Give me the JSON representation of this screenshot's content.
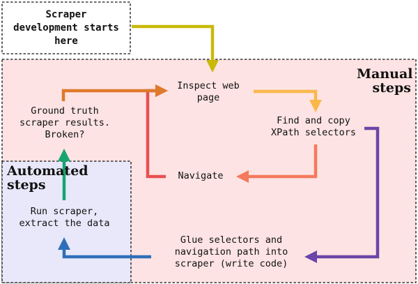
{
  "diagram": {
    "start_box": "Scraper\ndevelopment starts\nhere",
    "manual_region": "Manual\nsteps",
    "automated_region": "Automated\nsteps",
    "nodes": {
      "inspect": "Inspect web\npage",
      "find_copy": "Find and copy\nXPath selectors",
      "navigate": "Navigate",
      "ground_truth": "Ground truth\nscraper results.\nBroken?",
      "run_scraper": "Run scraper,\nextract the data",
      "glue": "Glue selectors and\nnavigation path into\nscraper (write code)"
    },
    "colors": {
      "manual_fill": "#fde3e3",
      "automated_fill": "#e8e8fa",
      "start_to_inspect": "#c8b90a",
      "inspect_to_find": "#f9b84a",
      "find_to_navigate": "#f47a5c",
      "navigate_loop": "#e95050",
      "ground_to_inspect": "#de7a2c",
      "find_to_glue": "#6b46a8",
      "glue_to_run": "#2f6fb8",
      "run_to_ground": "#16a570"
    }
  }
}
